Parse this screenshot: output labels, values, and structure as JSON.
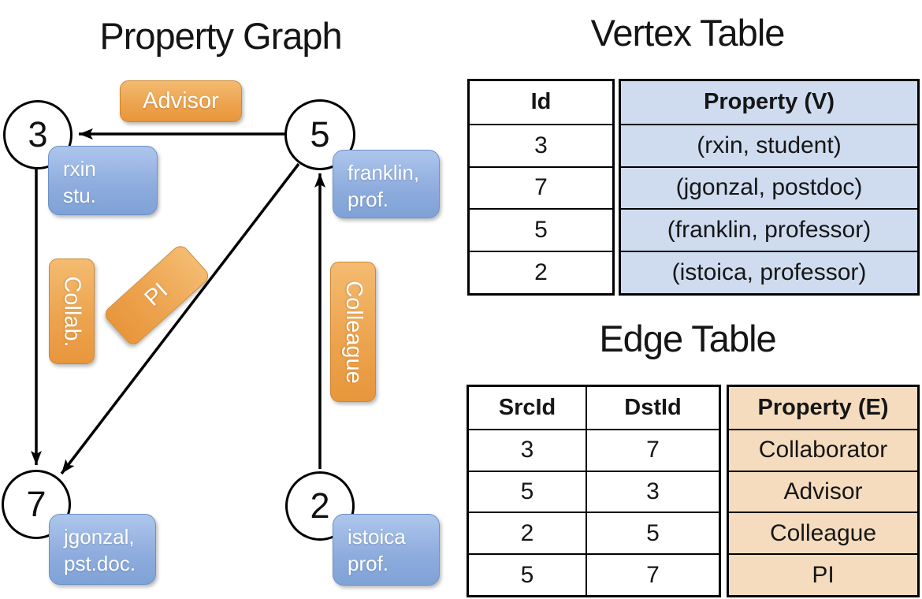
{
  "graph": {
    "title": "Property Graph",
    "nodes": [
      {
        "id": "3",
        "prop_line1": "rxin",
        "prop_line2": "stu."
      },
      {
        "id": "5",
        "prop_line1": "franklin,",
        "prop_line2": "prof."
      },
      {
        "id": "7",
        "prop_line1": "jgonzal,",
        "prop_line2": "pst.doc."
      },
      {
        "id": "2",
        "prop_line1": "istoica",
        "prop_line2": "prof."
      }
    ],
    "edge_labels": {
      "advisor": "Advisor",
      "collab": "Collab.",
      "pi": "PI",
      "colleague": "Colleague"
    }
  },
  "vertex_table": {
    "title": "Vertex Table",
    "columns": {
      "id": "Id",
      "property": "Property (V)"
    },
    "rows": [
      {
        "id": "3",
        "property": "(rxin, student)"
      },
      {
        "id": "7",
        "property": "(jgonzal, postdoc)"
      },
      {
        "id": "5",
        "property": "(franklin, professor)"
      },
      {
        "id": "2",
        "property": "(istoica, professor)"
      }
    ]
  },
  "edge_table": {
    "title": "Edge Table",
    "columns": {
      "src": "SrcId",
      "dst": "DstId",
      "property": "Property (E)"
    },
    "rows": [
      {
        "src": "3",
        "dst": "7",
        "property": "Collaborator"
      },
      {
        "src": "5",
        "dst": "3",
        "property": "Advisor"
      },
      {
        "src": "2",
        "dst": "5",
        "property": "Colleague"
      },
      {
        "src": "5",
        "dst": "7",
        "property": "PI"
      }
    ]
  },
  "colors": {
    "orange_top": "#f4bb71",
    "orange_bottom": "#e8963c",
    "blue_top": "#adc6ec",
    "blue_bottom": "#7fa2d6",
    "vertex_property_fill": "#cfdcf0",
    "edge_property_fill": "#f5dcbe",
    "line": "#000000"
  }
}
